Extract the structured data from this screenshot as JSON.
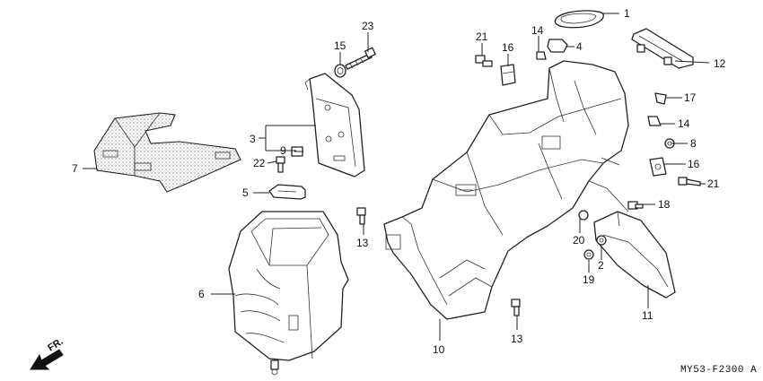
{
  "diagram": {
    "callouts": [
      "1",
      "2",
      "3",
      "4",
      "5",
      "6",
      "7",
      "8",
      "9",
      "10",
      "11",
      "12",
      "13",
      "13",
      "14",
      "14",
      "15",
      "16",
      "16",
      "17",
      "18",
      "19",
      "20",
      "21",
      "21",
      "22",
      "23"
    ],
    "direction_label": "FR.",
    "code": "MY53-F2300 A"
  },
  "colors": {
    "ink": "#222222",
    "paper": "#ffffff"
  },
  "icons": {
    "direction": "arrow-down-left-icon"
  }
}
